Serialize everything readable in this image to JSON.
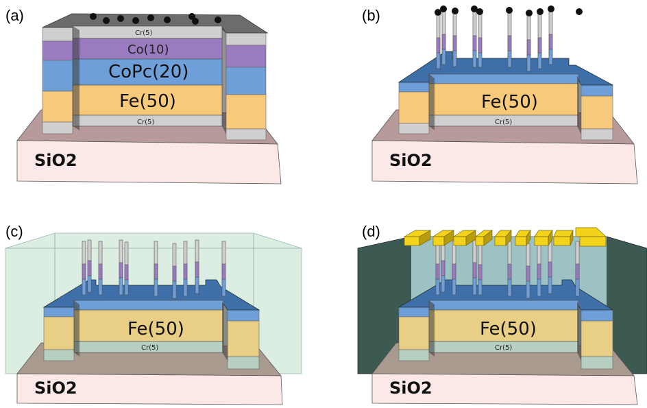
{
  "panels": [
    {
      "label": "(a)",
      "substrate": "SiO2",
      "layers": {
        "cr_top": "Cr(5)",
        "co": "Co(10)",
        "copc": "CoPc(20)",
        "fe": "Fe(50)",
        "cr_bottom": "Cr(5)"
      }
    },
    {
      "label": "(b)",
      "substrate": "SiO2",
      "fe": "Fe(50)",
      "cr": "Cr(5)"
    },
    {
      "label": "(c)",
      "substrate": "SiO2",
      "fe": "Fe(50)",
      "cr": "Cr(5)"
    },
    {
      "label": "(d)",
      "substrate": "SiO2",
      "fe": "Fe(50)",
      "cr": "Cr(5)"
    }
  ],
  "colors": {
    "substrate_front": "#fde8e8",
    "substrate_top": "#b39292",
    "cr": "#c8c8c8",
    "co": "#9a7bc0",
    "copc": "#6f9fd8",
    "fe": "#f7c97a",
    "top_blue": "#3f6fa8",
    "encap_c": "#cfe8d8",
    "encap_d": "#3d5a52",
    "contact": "#f2d21a"
  }
}
